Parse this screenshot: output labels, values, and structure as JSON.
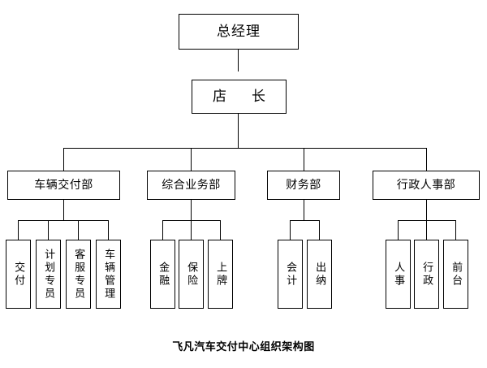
{
  "caption": "飞凡汽车交付中心组织架构图",
  "org": {
    "root": {
      "label": "总经理"
    },
    "manager": {
      "label": "店　长"
    },
    "departments": [
      {
        "label": "车辆交付部",
        "children": [
          {
            "label": "交付"
          },
          {
            "label": "计划专员"
          },
          {
            "label": "客服专员"
          },
          {
            "label": "车辆管理"
          }
        ]
      },
      {
        "label": "综合业务部",
        "children": [
          {
            "label": "金融"
          },
          {
            "label": "保险"
          },
          {
            "label": "上牌"
          }
        ]
      },
      {
        "label": "财务部",
        "children": [
          {
            "label": "会计"
          },
          {
            "label": "出纳"
          }
        ]
      },
      {
        "label": "行政人事部",
        "children": [
          {
            "label": "人事"
          },
          {
            "label": "行政"
          },
          {
            "label": "前台"
          }
        ]
      }
    ]
  },
  "style": {
    "line_color": "#000000",
    "box_fill": "#ffffff",
    "text_color": "#000000"
  }
}
